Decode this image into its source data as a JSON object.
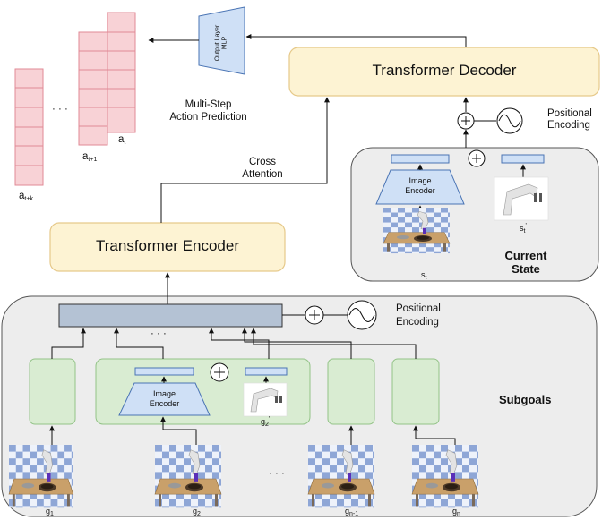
{
  "decoder": {
    "title": "Transformer Decoder"
  },
  "encoder": {
    "title": "Transformer Encoder"
  },
  "output_mlp": {
    "label": "Output Layer\nMLP"
  },
  "actions": {
    "caption": "Multi-Step\nAction Prediction",
    "ellipsis": "· · ·",
    "labels": [
      {
        "base": "a",
        "sub": "t+k"
      },
      {
        "base": "a",
        "sub": "t+1"
      },
      {
        "base": "a",
        "sub": "t"
      }
    ]
  },
  "cross_attention": {
    "label": "Cross\nAttention"
  },
  "positional_encoding": {
    "top": "Positional\nEncoding",
    "bottom": "Positional\nEncoding"
  },
  "current_state": {
    "title": "Current\nState",
    "image_encoder": "Image\nEncoder",
    "s_label": {
      "base": "s",
      "sub": "t"
    },
    "s_prime_label": {
      "base": "s",
      "sub": "t",
      "sup": "'"
    }
  },
  "subgoals": {
    "title": "Subgoals",
    "image_encoder": "Image\nEncoder",
    "g_prime_label": {
      "base": "g",
      "sub": "2",
      "sup": "'"
    },
    "token_ellipsis": "· · ·",
    "image_ellipsis": "· · ·",
    "labels": [
      {
        "base": "g",
        "sub": "1"
      },
      {
        "base": "g",
        "sub": "2"
      },
      {
        "base": "g",
        "sub": "n-1"
      },
      {
        "base": "g",
        "sub": "n"
      }
    ]
  },
  "colors": {
    "transformer_fill": "#fdf3d3",
    "transformer_stroke": "#e6c98a",
    "panel_fill": "#ededed",
    "panel_stroke": "#555555",
    "green_fill": "#d9ecd2",
    "green_stroke": "#93c387",
    "blue_fill": "#cfe0f6",
    "blue_stroke": "#4a74b4",
    "action_fill": "#f8d2d6",
    "action_stroke": "#e08a96",
    "token_fill": "#b4c2d4"
  }
}
